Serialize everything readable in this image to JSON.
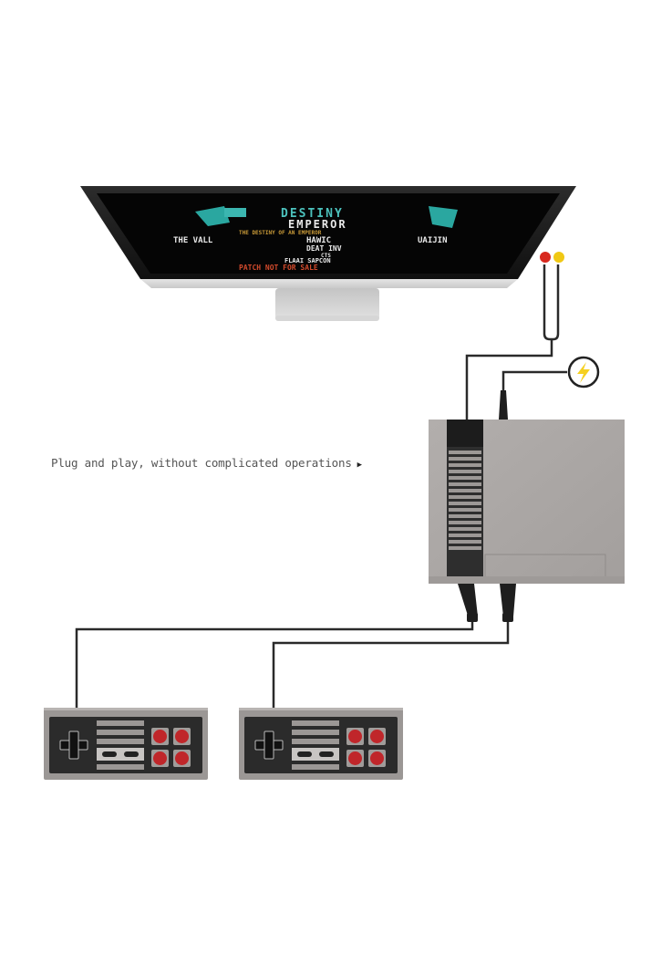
{
  "caption": {
    "text": "Plug and play, without complicated operations",
    "arrow_icon": "triangle-right-icon"
  },
  "monitor": {
    "screen_text": {
      "title_line1": "DESTINY",
      "title_line2": "EMPEROR",
      "subtitle": "THE DESTINY OF AN EMPEROR",
      "menu_left": "THE VALL",
      "menu_center": "HAWIC",
      "menu_right": "UAIJIN",
      "line2": "DEAT INV",
      "line3": "CTS",
      "line4": "FLAAI SAPCON",
      "footer": "PATCH NOT FOR SALE"
    }
  },
  "colors": {
    "cable": "#2a2a2a",
    "console_body": "#a8a4a2",
    "console_front": "#9e9a98",
    "controller_body": "#9b9795",
    "controller_panel": "#2b2b2b",
    "button_red": "#c0262a",
    "av_red": "#d8281e",
    "av_yellow": "#f0c814",
    "power_badge": "#f5d021"
  },
  "icons": {
    "power": "lightning-bolt-icon",
    "dpad": "dpad-icon"
  }
}
